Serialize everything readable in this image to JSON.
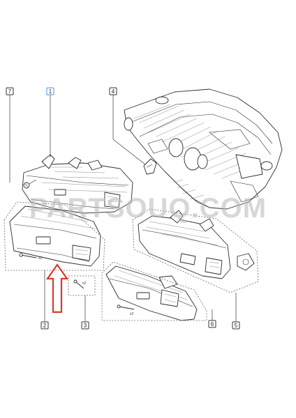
{
  "diagram": {
    "callouts": [
      {
        "id": "c7",
        "label": "7",
        "highlight": false
      },
      {
        "id": "c1",
        "label": "1",
        "highlight": true
      },
      {
        "id": "c4",
        "label": "4",
        "highlight": false
      },
      {
        "id": "c2",
        "label": "2",
        "highlight": false
      },
      {
        "id": "c3",
        "label": "3",
        "highlight": false
      },
      {
        "id": "c6",
        "label": "6",
        "highlight": false
      },
      {
        "id": "c5",
        "label": "5",
        "highlight": false
      }
    ],
    "quantity_marks": {
      "left": "x2",
      "center": "x2",
      "right": "x2"
    },
    "watermark_text": "PARTSOUQ.COM",
    "colors": {
      "line": "#2b2b2b",
      "arrow": "#d63a2a",
      "highlight": "#4a90d9",
      "watermark": "#b8b8b8"
    }
  }
}
